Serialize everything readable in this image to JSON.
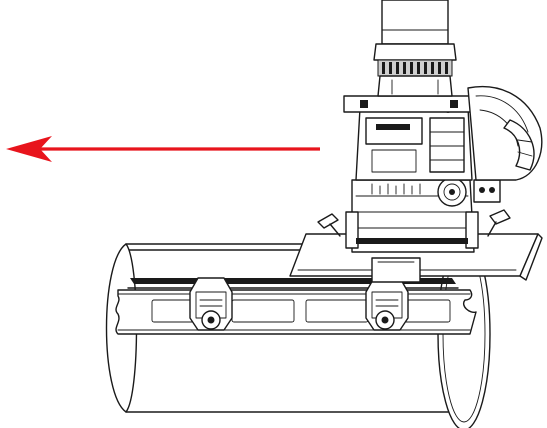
{
  "diagram": {
    "components": [
      "direction-arrow",
      "pipe",
      "clamp-band",
      "band-roller-left",
      "band-roller-right",
      "carriage-plate",
      "welding-head",
      "torch-column"
    ],
    "arrow": {
      "direction": "left",
      "color": "#e8141c"
    },
    "line_color": "#1a1a1a",
    "background": "#ffffff"
  }
}
